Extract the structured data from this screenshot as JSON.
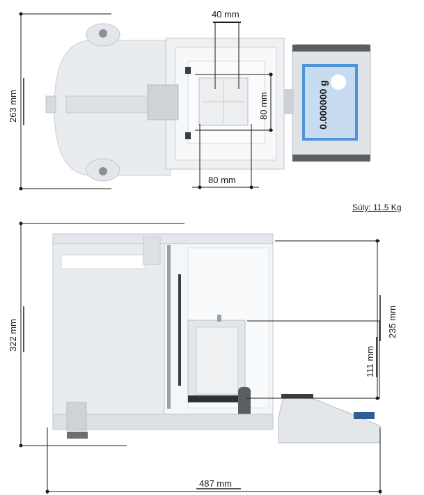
{
  "top_view": {
    "depth_label": "263 mm",
    "pan_width_label": "40 mm",
    "chamber_height_label": "80 mm",
    "chamber_width_label": "80 mm",
    "display_reading": "0.000000 g"
  },
  "weight_label": "Súly: 11.5 Kg",
  "side_view": {
    "height_label": "322 mm",
    "chamber_inner_height_label": "235 mm",
    "pan_height_label": "111 mm",
    "total_depth_label": "487 mm"
  },
  "colors": {
    "body": "#e9ecef",
    "body_dark": "#cfd3d7",
    "glass": "#f4f6f8",
    "display": "#4f93d8",
    "line": "#1a1a1a"
  }
}
